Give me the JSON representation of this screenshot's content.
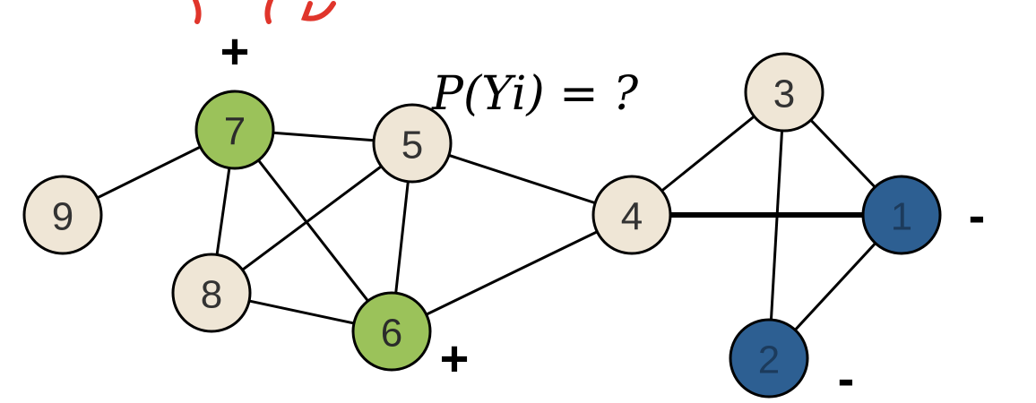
{
  "diagram": {
    "query_text": "P(Yi) = ?",
    "colors": {
      "unlabeled": "#efe6d6",
      "positive": "#9bc25a",
      "negative": "#2d5f92",
      "unlabeled_text": "#333333",
      "positive_text": "#2b2b2b",
      "negative_text": "#1c3b5c",
      "red_mark": "#e0352b"
    },
    "nodes": [
      {
        "id": "1",
        "label": "1",
        "class": "negative"
      },
      {
        "id": "2",
        "label": "2",
        "class": "negative"
      },
      {
        "id": "3",
        "label": "3",
        "class": "unlabeled"
      },
      {
        "id": "4",
        "label": "4",
        "class": "unlabeled"
      },
      {
        "id": "5",
        "label": "5",
        "class": "unlabeled"
      },
      {
        "id": "6",
        "label": "6",
        "class": "positive"
      },
      {
        "id": "7",
        "label": "7",
        "class": "positive"
      },
      {
        "id": "8",
        "label": "8",
        "class": "unlabeled"
      },
      {
        "id": "9",
        "label": "9",
        "class": "unlabeled"
      }
    ],
    "edges": [
      {
        "source": "9",
        "target": "7"
      },
      {
        "source": "7",
        "target": "5"
      },
      {
        "source": "7",
        "target": "8"
      },
      {
        "source": "7",
        "target": "6"
      },
      {
        "source": "5",
        "target": "8"
      },
      {
        "source": "5",
        "target": "6"
      },
      {
        "source": "5",
        "target": "4"
      },
      {
        "source": "8",
        "target": "6"
      },
      {
        "source": "6",
        "target": "4"
      },
      {
        "source": "4",
        "target": "3"
      },
      {
        "source": "4",
        "target": "1",
        "emphasis": "thick"
      },
      {
        "source": "3",
        "target": "1"
      },
      {
        "source": "3",
        "target": "2"
      },
      {
        "source": "2",
        "target": "1"
      }
    ],
    "signs": [
      {
        "node": "7",
        "text": "+"
      },
      {
        "node": "6",
        "text": "+"
      },
      {
        "node": "1",
        "text": "-"
      },
      {
        "node": "2",
        "text": "-"
      }
    ]
  }
}
